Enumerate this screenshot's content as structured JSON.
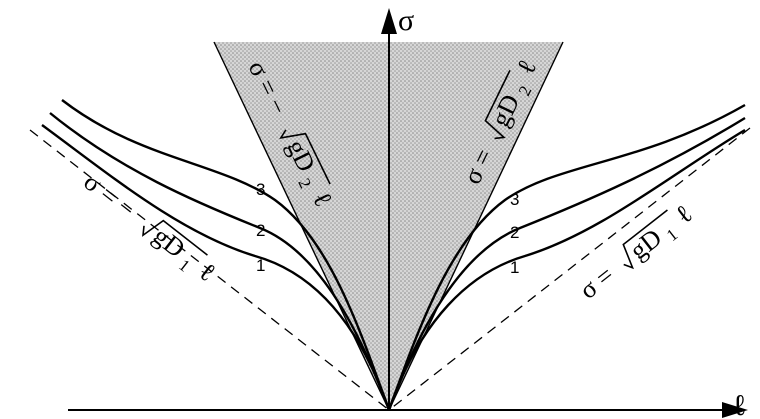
{
  "diagram": {
    "axes": {
      "vertical_label": "σ",
      "horizontal_label": "ℓ"
    },
    "curve_labels": [
      "1",
      "2",
      "3"
    ],
    "equations": {
      "inner_left": {
        "lhs": "σ = −",
        "radicand_main": "gD",
        "radicand_sub": "2",
        "factor": "ℓ"
      },
      "inner_right": {
        "lhs": "σ = ",
        "radicand_main": "gD",
        "radicand_sub": "2",
        "factor": "ℓ"
      },
      "outer_left": {
        "lhs": "σ = −",
        "radicand_main": "gD",
        "radicand_sub": "1",
        "factor": "ℓ"
      },
      "outer_right": {
        "lhs": "σ = ",
        "radicand_main": "gD",
        "radicand_sub": "1",
        "factor": "ℓ"
      }
    },
    "colors": {
      "ink": "#000000",
      "shade": "#c8c8c8",
      "background": "#ffffff"
    }
  }
}
